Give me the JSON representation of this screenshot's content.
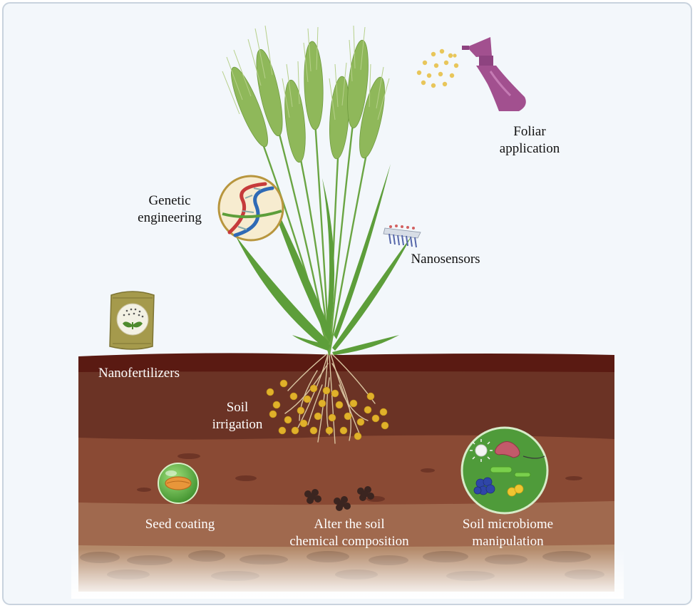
{
  "labels": {
    "foliar_application": "Foliar\napplication",
    "genetic_engineering": "Genetic\nengineering",
    "nanosensors": "Nanosensors",
    "nanofertilizers": "Nanofertilizers",
    "soil_irrigation": "Soil\nirrigation",
    "seed_coating": "Seed coating",
    "alter_soil": "Alter the soil\nchemical composition",
    "soil_microbiome": "Soil microbiome\nmanipulation"
  },
  "colors": {
    "background": "#f3f7fb",
    "frame": "#c9d3de",
    "soil_top": "#5a1a12",
    "soil_layer_1": "#6b3325",
    "soil_layer_2": "#8a4a34",
    "soil_layer_3": "#a0694e",
    "soil_layer_4": "#b48a6a",
    "wheat": "#8fb85a",
    "leaf": "#5d9e3a",
    "spray_bottle": "#a2508f",
    "particles": "#e0b12a",
    "microbiome_disc": "#4f9b3a",
    "fertilizer_bag": "#a59a4c"
  },
  "icons": [
    "spray-bottle-icon",
    "dna-icon",
    "nanosensor-icon",
    "fertilizer-bag-icon",
    "seed-icon",
    "soil-aggregate-icon",
    "microbe-icon"
  ]
}
